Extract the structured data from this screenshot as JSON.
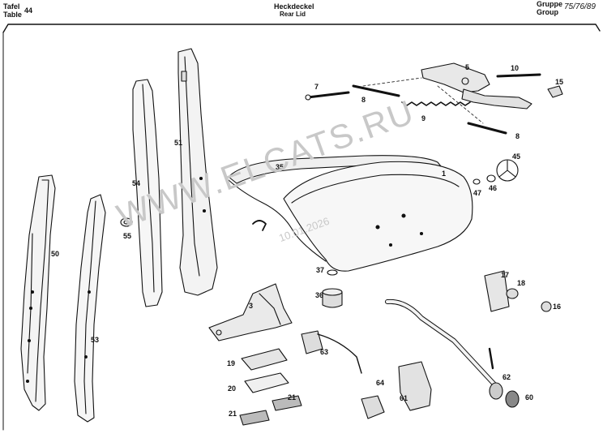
{
  "header": {
    "tafel_label": "Tafel",
    "table_label": "Table",
    "table_number": "44",
    "title_de": "Heckdeckel",
    "title_en": "Rear Lid",
    "gruppe_label": "Gruppe",
    "group_label": "Group",
    "group_number": "75/76/89"
  },
  "watermark": {
    "brand": "WWW.ELCATS.RU",
    "date": "10.01.2026"
  },
  "part_numbers": {
    "p1": "1",
    "p3": "3",
    "p5": "5",
    "p7": "7",
    "p8a": "8",
    "p8b": "8",
    "p9": "9",
    "p10": "10",
    "p15": "15",
    "p16": "16",
    "p17": "17",
    "p18": "18",
    "p19": "19",
    "p20": "20",
    "p21a": "21",
    "p21b": "21",
    "p35": "35",
    "p36": "36",
    "p37": "37",
    "p45": "45",
    "p46": "46",
    "p47": "47",
    "p50": "50",
    "p51": "51",
    "p53": "53",
    "p54": "54",
    "p55": "55",
    "p60": "60",
    "p61": "61",
    "p62": "62",
    "p63": "63",
    "p64": "64"
  }
}
